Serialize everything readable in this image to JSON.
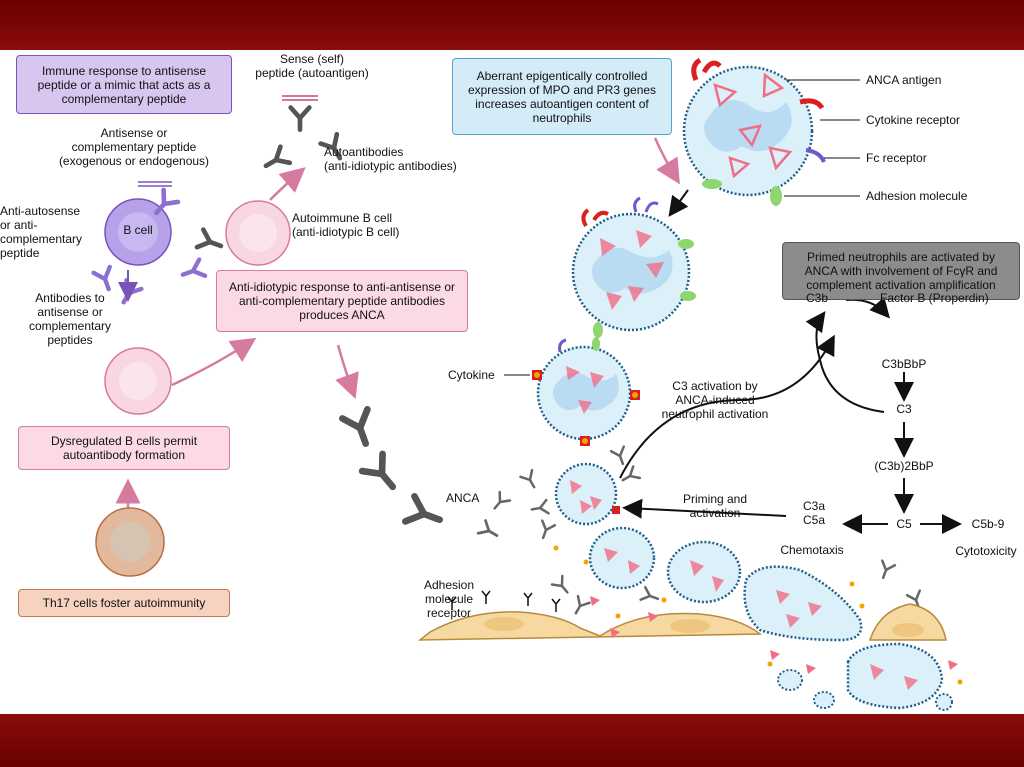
{
  "boxes": {
    "immune_response": "Immune response to antisense peptide or a mimic that acts as a complementary peptide",
    "anti_idiotypic": "Anti-idiotypic response to anti-antisense or anti-complementary peptide antibodies produces ANCA",
    "dysregulated": "Dysregulated B cells permit autoantibody formation",
    "th17": "Th17 cells foster autoimmunity",
    "aberrant": "Aberrant epigentically controlled expression of MPO and PR3 genes increases autoantigen content of neutrophils",
    "primed": "Primed neutrophils are activated by ANCA with involvement of FcγR and complement activation amplification"
  },
  "labels": {
    "sense_peptide": "Sense (self)\npeptide (autoantigen)",
    "antisense_peptide": "Antisense or\ncomplementary peptide\n(exogenous or endogenous)",
    "autoantibodies": "Autoantibodies\n(anti-idiotypic antibodies)",
    "anti_autosense": "Anti-autosense\nor anti-\ncomplementary\npeptide",
    "b_cell": "B cell",
    "autoimmune_b": "Autoimmune B cell\n(anti-idiotypic B cell)",
    "antibodies_to": "Antibodies to\nantisense or\ncomplementary\npeptides",
    "anca_antigen": "ANCA antigen",
    "cytokine_receptor": "Cytokine receptor",
    "fc_receptor": "Fc receptor",
    "adhesion_molecule": "Adhesion molecule",
    "cytokine": "Cytokine",
    "anca": "ANCA",
    "c3_activation": "C3 activation by\nANCA-induced\nneutrophil activation",
    "priming": "Priming and\nactivation",
    "adhesion_receptor": "Adhesion\nmolecule\nreceptor",
    "c3b": "C3b",
    "factor_b": "Factor B (Properdin)",
    "c3bbbp": "C3bBbP",
    "c3": "C3",
    "c3b2bbp": "(C3b)2BbP",
    "c5": "C5",
    "c3a_c5a": "C3a\nC5a",
    "chemotaxis": "Chemotaxis",
    "c5b9": "C5b-9",
    "cytotoxicity": "Cytotoxicity"
  },
  "colors": {
    "band": "#7a0a0a",
    "purple": "#b49ce6",
    "pink_cell": "#f8d6e2",
    "neutrophil": "#dcf0fa",
    "nucleus": "#b9dcf2",
    "antigen": "#f06e86",
    "receptor_red": "#d92020",
    "fc_purple": "#6a5acd",
    "adhesion_green": "#8ed66e",
    "antibody": "#555555",
    "endothelium": "#f5d9a0"
  }
}
